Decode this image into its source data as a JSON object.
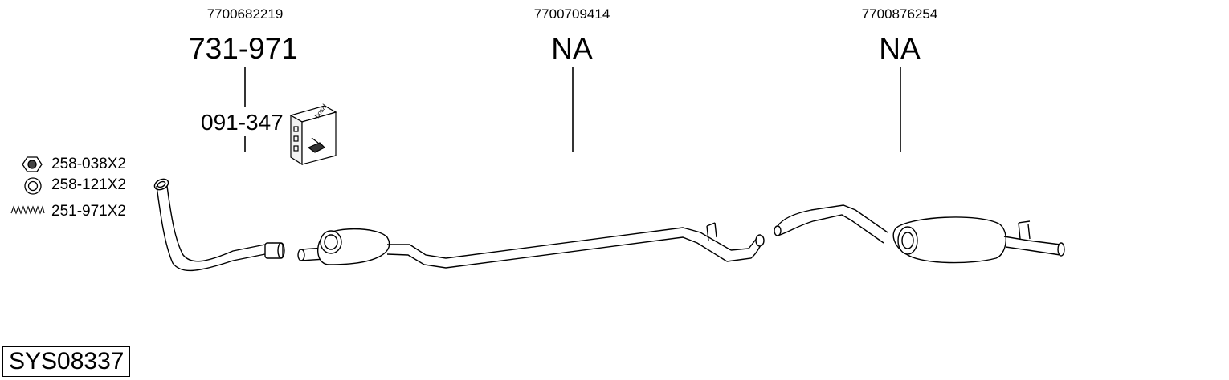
{
  "oem_numbers": [
    "7700682219",
    "7700709414",
    "7700876254"
  ],
  "part_numbers": [
    "731-971",
    "NA",
    "NA"
  ],
  "sub_part": "091-347",
  "accessories": [
    {
      "label": "258-038X2",
      "icon": "nut-icon"
    },
    {
      "label": "258-121X2",
      "icon": "gasket-ring-icon"
    },
    {
      "label": "251-971X2",
      "icon": "spring-icon"
    }
  ],
  "kit_box_brand": "bosal",
  "system_id": "SYS08337"
}
